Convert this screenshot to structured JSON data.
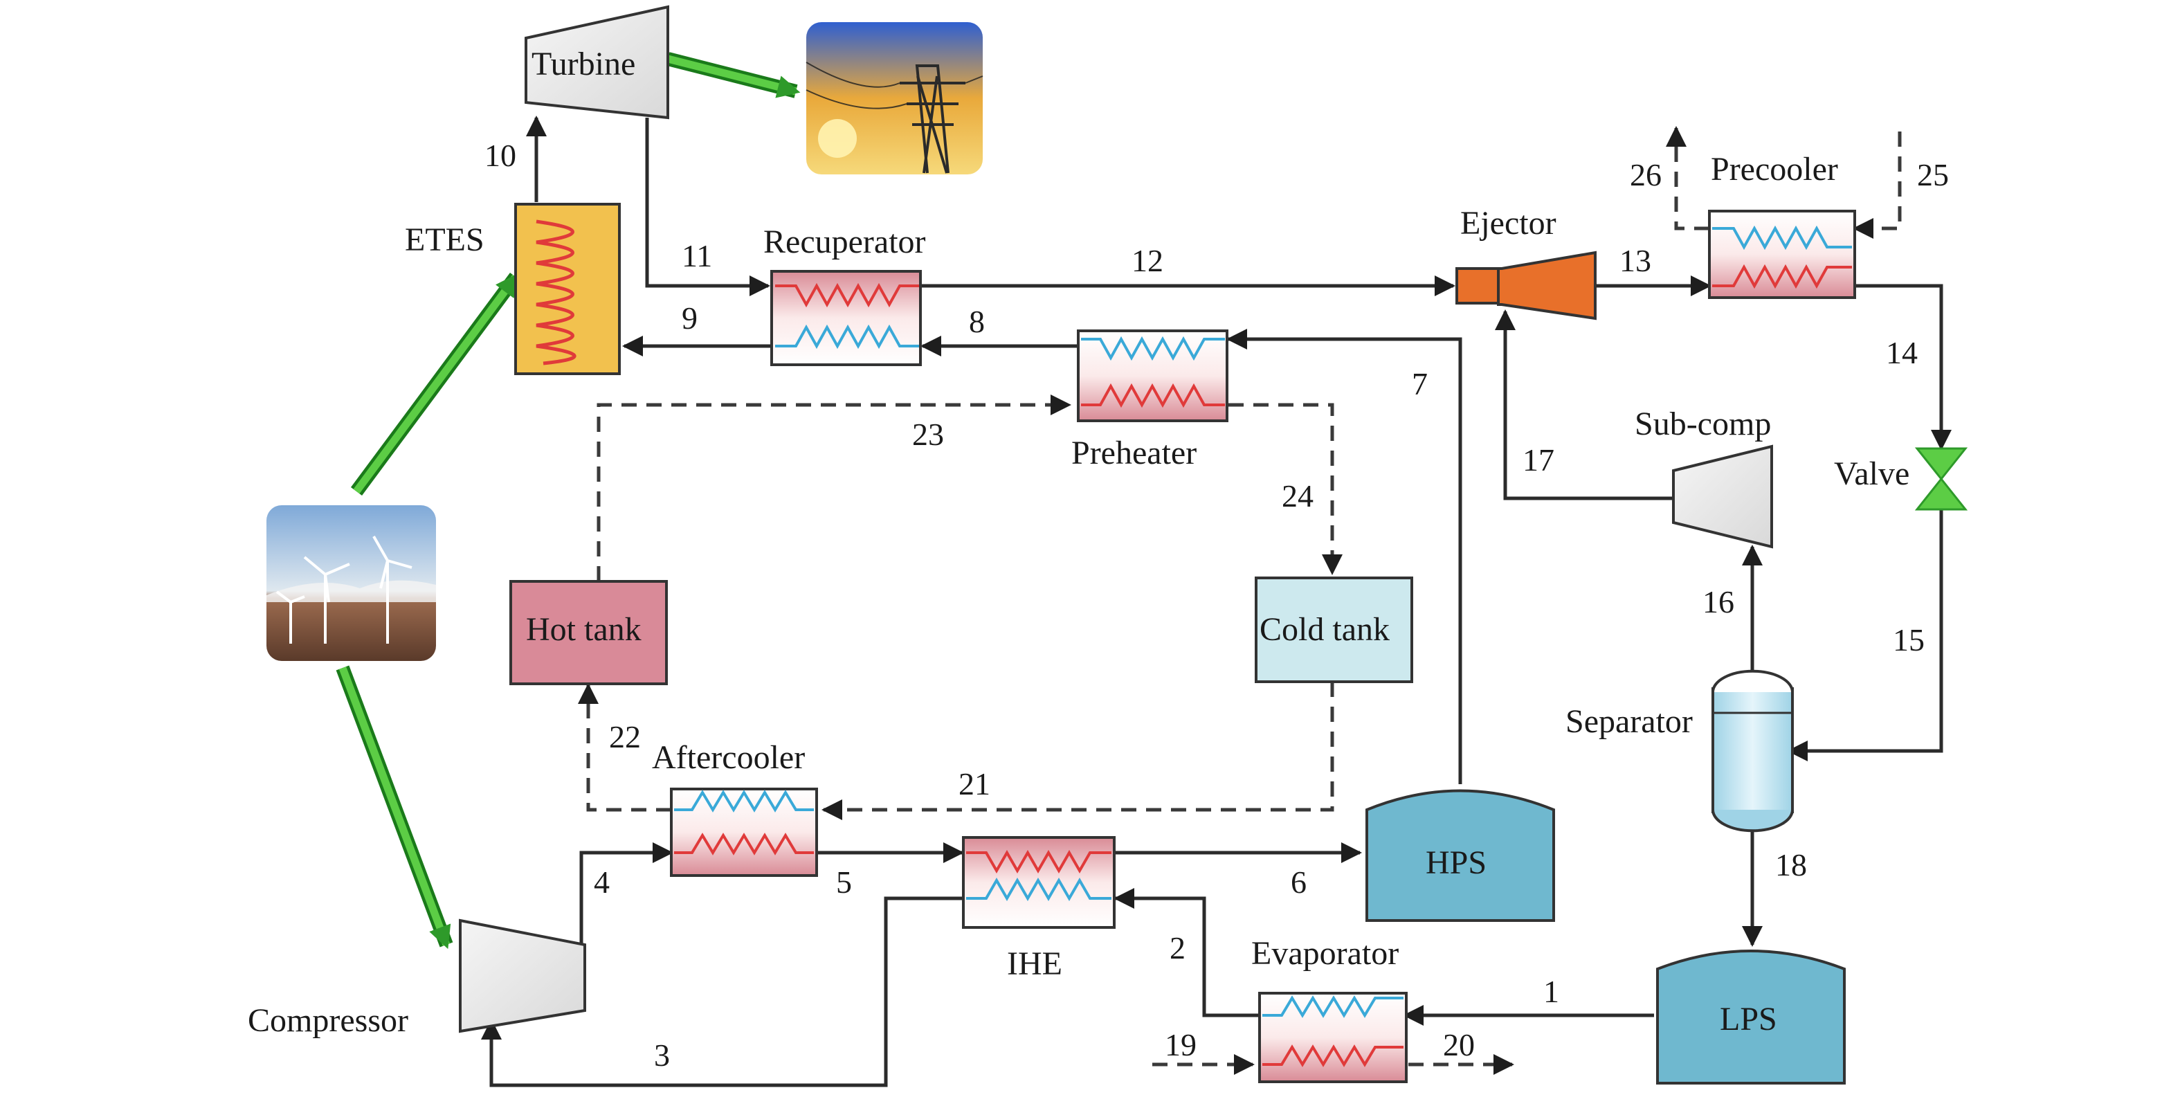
{
  "components": {
    "turbine": "Turbine",
    "etes": "ETES",
    "recuperator": "Recuperator",
    "preheater": "Preheater",
    "ejector": "Ejector",
    "precooler": "Precooler",
    "valve": "Valve",
    "sub_comp": "Sub-comp",
    "separator": "Separator",
    "hot_tank": "Hot tank",
    "cold_tank": "Cold tank",
    "aftercooler": "Aftercooler",
    "ihe": "IHE",
    "hps": "HPS",
    "lps": "LPS",
    "evaporator": "Evaporator",
    "compressor": "Compressor"
  },
  "streams": [
    "1",
    "2",
    "3",
    "4",
    "5",
    "6",
    "7",
    "8",
    "9",
    "10",
    "11",
    "12",
    "13",
    "14",
    "15",
    "16",
    "17",
    "18",
    "19",
    "20",
    "21",
    "22",
    "23",
    "24",
    "25",
    "26"
  ],
  "images": {
    "power_grid": "power-grid-photo",
    "wind_farm": "wind-farm-photo"
  },
  "colors": {
    "hot_coil": "#e03a3a",
    "cold_coil": "#3aa9d8",
    "storage_tank": "#6fb8cf",
    "hot_tank": "#d98a98",
    "cold_tank": "#cde9ee",
    "etes_fill": "#f2c14e",
    "ejector": "#e8702a",
    "power_flow": "#4cbd3a"
  }
}
